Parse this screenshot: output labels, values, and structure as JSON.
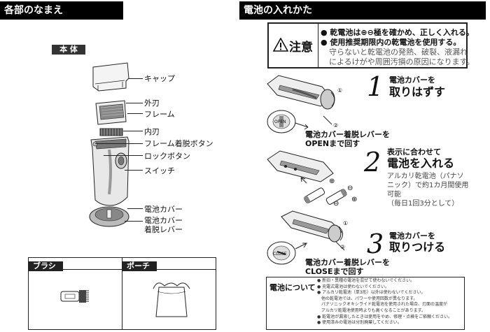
{
  "left_header": "各部のなまえ",
  "right_header": "電池の入れかた",
  "body_tag": "本 体",
  "parts": [
    "キャップ",
    "外刃",
    "フレーム",
    "内刃",
    "フレーム着脱ボタン",
    "ロックボタン",
    "スイッチ",
    "電池カバー",
    "電池カバー",
    "着脱レバー"
  ],
  "brush_label": "ブラシ",
  "pouch_label": "ポーチ",
  "caution": {
    "title": "注意",
    "lines": [
      "● 乾電池は⊕⊖極を確かめ、正しく入れる。",
      "● 使用推奨期限内の乾電池を使用する。",
      "守らないと乾電池の発熱、破裂、液漏れ",
      "によるけがや周囲汚損の原因になります。"
    ]
  },
  "steps": [
    {
      "num": "1",
      "small": "電池カバーを",
      "big": "取りはずす"
    },
    {
      "num": "2",
      "small": "表示に合わせて",
      "big": "電池を入れる"
    },
    {
      "num": "3",
      "small": "電池カバーを",
      "big": "取りつける"
    }
  ],
  "step2_note": [
    "アルカリ乾電池（パナソ",
    "ニック）で約1カ月間使用",
    "可能",
    "（毎日1回3分として）"
  ],
  "caption_open": [
    "電池カバー着脱レバーを",
    "OPENまで回す"
  ],
  "caption_close": [
    "電池カバー着脱レバーを",
    "CLOSEまで回す"
  ],
  "battery_note_title": "電池について",
  "battery_notes": [
    "● 新旧・異種の電池を混ぜて使わないでください。",
    "● 充電式電池は使わないでください。",
    "● アルカリ乾電池（単3形）以外は使わないでください。",
    "　他の乾電池では、パワーや使用回数が異なります。",
    "　パナソニックオキシライド乾電池を使用された場合、刃面の温度が",
    "　アルカリ乾電池使用時よりも高くなることがあります。",
    "● 乾電池が漏液したときは使用をやめ、修理・点検をご依頼ください。",
    "● 使用済みの電池は分別廃棄してください。"
  ],
  "open_label": "OPEN",
  "close_label": "CLOSE",
  "step_marks": [
    "①",
    "②",
    "①",
    "②"
  ],
  "plus_minus": [
    "⊕",
    "⊖"
  ]
}
